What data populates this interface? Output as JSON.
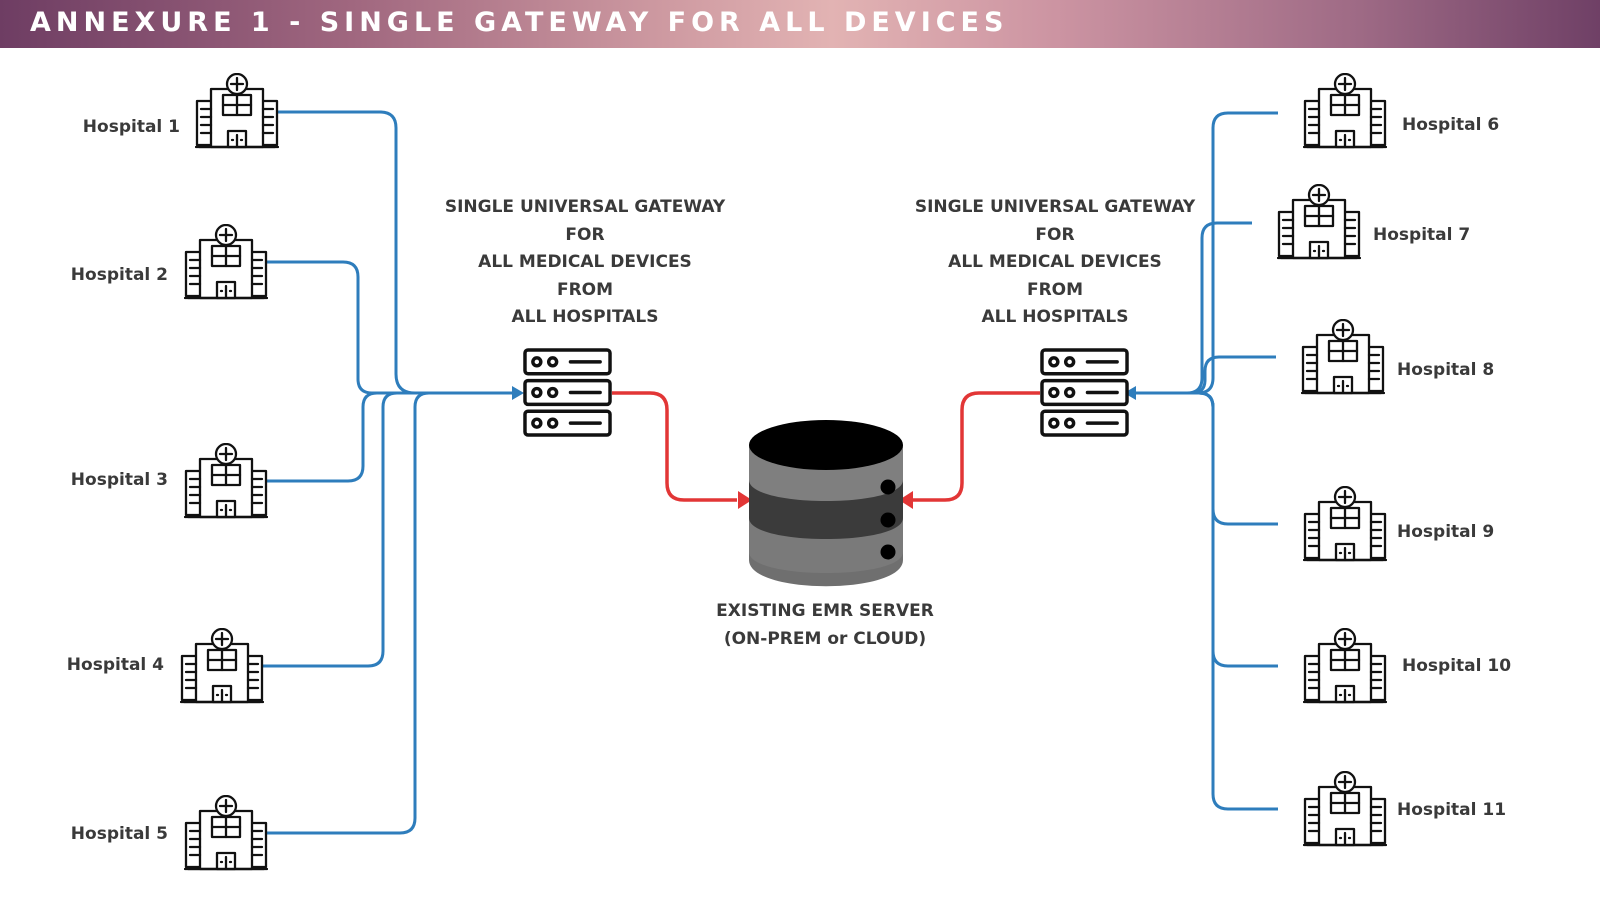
{
  "header": {
    "title": "ANNEXURE 1 - SINGLE GATEWAY FOR ALL DEVICES"
  },
  "gateways": [
    {
      "lines": [
        "SINGLE UNIVERSAL GATEWAY",
        "FOR",
        "ALL MEDICAL DEVICES",
        "FROM",
        "ALL HOSPITALS"
      ]
    },
    {
      "lines": [
        "SINGLE UNIVERSAL GATEWAY",
        "FOR",
        "ALL MEDICAL DEVICES",
        "FROM",
        "ALL HOSPITALS"
      ]
    }
  ],
  "server": {
    "lines": [
      "EXISTING EMR SERVER",
      "(ON-PREM or CLOUD)"
    ]
  },
  "hospitals_left": [
    {
      "label": "Hospital 1"
    },
    {
      "label": "Hospital 2"
    },
    {
      "label": "Hospital 3"
    },
    {
      "label": "Hospital 4"
    },
    {
      "label": "Hospital 5"
    }
  ],
  "hospitals_right": [
    {
      "label": "Hospital 6"
    },
    {
      "label": "Hospital 7"
    },
    {
      "label": "Hospital 8"
    },
    {
      "label": "Hospital 9"
    },
    {
      "label": "Hospital 10"
    },
    {
      "label": "Hospital 11"
    }
  ],
  "icons": {
    "hospital": "hospital-building-icon",
    "gateway": "server-rack-icon",
    "database": "database-icon"
  },
  "colors": {
    "device_link": "#2e7dbc",
    "server_link": "#e23636",
    "title_bar_start": "#6e3d63",
    "title_bar_mid": "#e2b3b3"
  }
}
